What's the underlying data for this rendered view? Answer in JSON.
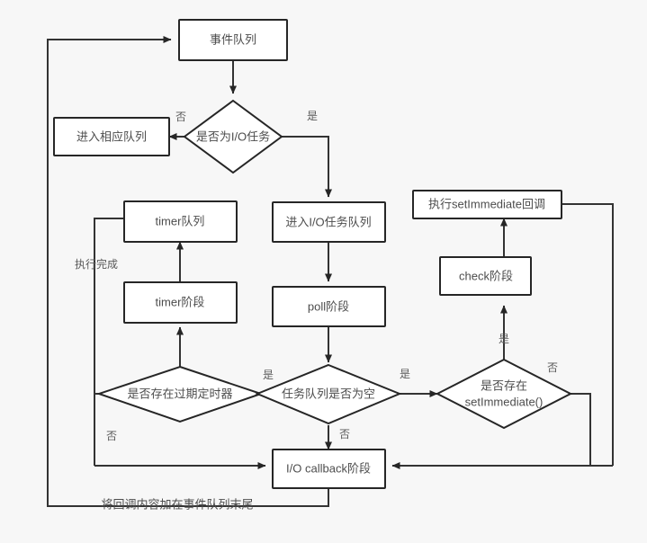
{
  "diagram": {
    "title": "Node.js Event Loop Flowchart",
    "colors": {
      "background": "#f7f7f7",
      "node_fill": "#ffffff",
      "node_stroke": "#262626",
      "edge_stroke": "#333333",
      "text": "#4d4d4d"
    },
    "nodes": {
      "event_queue": {
        "label": "事件队列",
        "shape": "rect"
      },
      "is_io_task": {
        "label": "是否为I/O任务",
        "shape": "diamond"
      },
      "enter_corresponding_queue": {
        "label": "进入相应队列",
        "shape": "rect"
      },
      "enter_io_task_queue": {
        "label": "进入I/O任务队列",
        "shape": "rect"
      },
      "timer_queue": {
        "label": "timer队列",
        "shape": "rect"
      },
      "timer_phase": {
        "label": "timer阶段",
        "shape": "rect"
      },
      "poll_phase": {
        "label": "poll阶段",
        "shape": "rect"
      },
      "exec_setimmediate_callback": {
        "label": "执行setImmediate回调",
        "shape": "rect"
      },
      "check_phase": {
        "label": "check阶段",
        "shape": "rect"
      },
      "has_expired_timer": {
        "label": "是否存在过期定时器",
        "shape": "diamond"
      },
      "task_queue_empty": {
        "label": "任务队列是否为空",
        "shape": "diamond"
      },
      "has_setimmediate_line1": {
        "label": "是否存在",
        "shape": "diamond"
      },
      "has_setimmediate_line2": {
        "label": "setImmediate()",
        "shape": "diamond"
      },
      "io_callback_phase": {
        "label": "I/O callback阶段",
        "shape": "rect"
      }
    },
    "edge_labels": {
      "is_io_no": "否",
      "is_io_yes": "是",
      "timer_done": "执行完成",
      "task_queue_empty_yes_left": "是",
      "task_queue_empty_yes_right": "是",
      "task_queue_empty_no": "否",
      "has_expired_timer_yes": "是",
      "has_expired_timer_no": "否",
      "has_setimmediate_yes": "是",
      "has_setimmediate_no": "否"
    },
    "captions": {
      "append_to_event_queue": "将回调内容加在事件队列末尾"
    }
  }
}
